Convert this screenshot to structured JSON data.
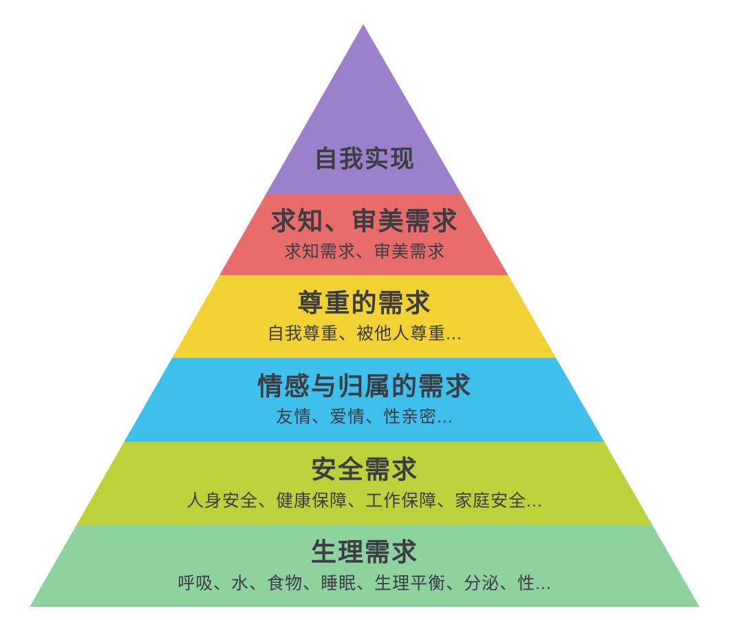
{
  "diagram": {
    "kind": "pyramid-hierarchy",
    "background_color": "#ffffff",
    "text_color": "#3c3c43"
  },
  "pyramid": {
    "levels": [
      {
        "title": "自我实现",
        "subtitle": "",
        "color": "#9c80cc"
      },
      {
        "title": "求知、审美需求",
        "subtitle": "求知需求、审美需求",
        "color": "#e96c6c"
      },
      {
        "title": "尊重的需求",
        "subtitle": "自我尊重、被他人尊重...",
        "color": "#f2d233"
      },
      {
        "title": "情感与归属的需求",
        "subtitle": "友情、爱情、性亲密...",
        "color": "#3fc0ec"
      },
      {
        "title": "安全需求",
        "subtitle": "人身安全、健康保障、工作保障、家庭安全...",
        "color": "#bdd23a"
      },
      {
        "title": "生理需求",
        "subtitle": "呼吸、水、食物、睡眠、生理平衡、分泌、性...",
        "color": "#8ed2a0"
      }
    ]
  }
}
